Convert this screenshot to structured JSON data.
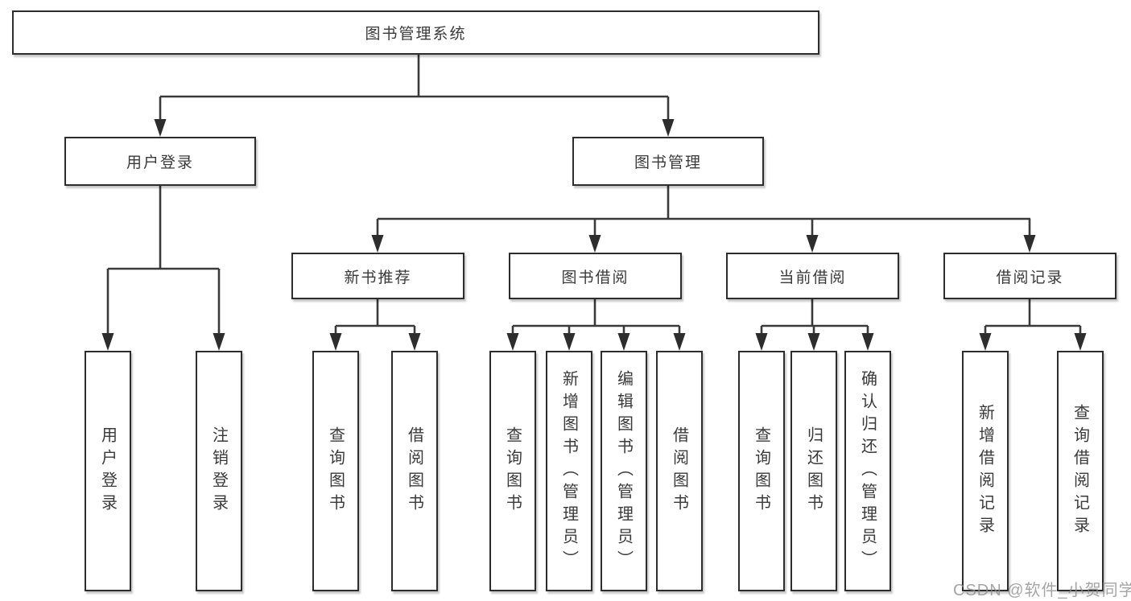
{
  "diagram_title": "图书管理系统",
  "nodes": {
    "root": "图书管理系统",
    "level2": [
      "用户登录",
      "图书管理"
    ],
    "level3": [
      "新书推荐",
      "图书借阅",
      "当前借阅",
      "借阅记录"
    ],
    "leaves": [
      "用户登录",
      "注销登录",
      "查询图书",
      "借阅图书",
      "查询图书",
      "新增图书（管理员）",
      "编辑图书（管理员）",
      "借阅图书",
      "查询图书",
      "归还图书",
      "确认归还（管理员）",
      "新增借阅记录",
      "查询借阅记录"
    ]
  },
  "watermark": "CSDN @软件_小贺同学",
  "colors": {
    "line": "#3a3a3a",
    "border": "#2d2d2d",
    "text": "#3a3a3a",
    "background": "#ffffff",
    "watermark": "#8c8c8c"
  }
}
